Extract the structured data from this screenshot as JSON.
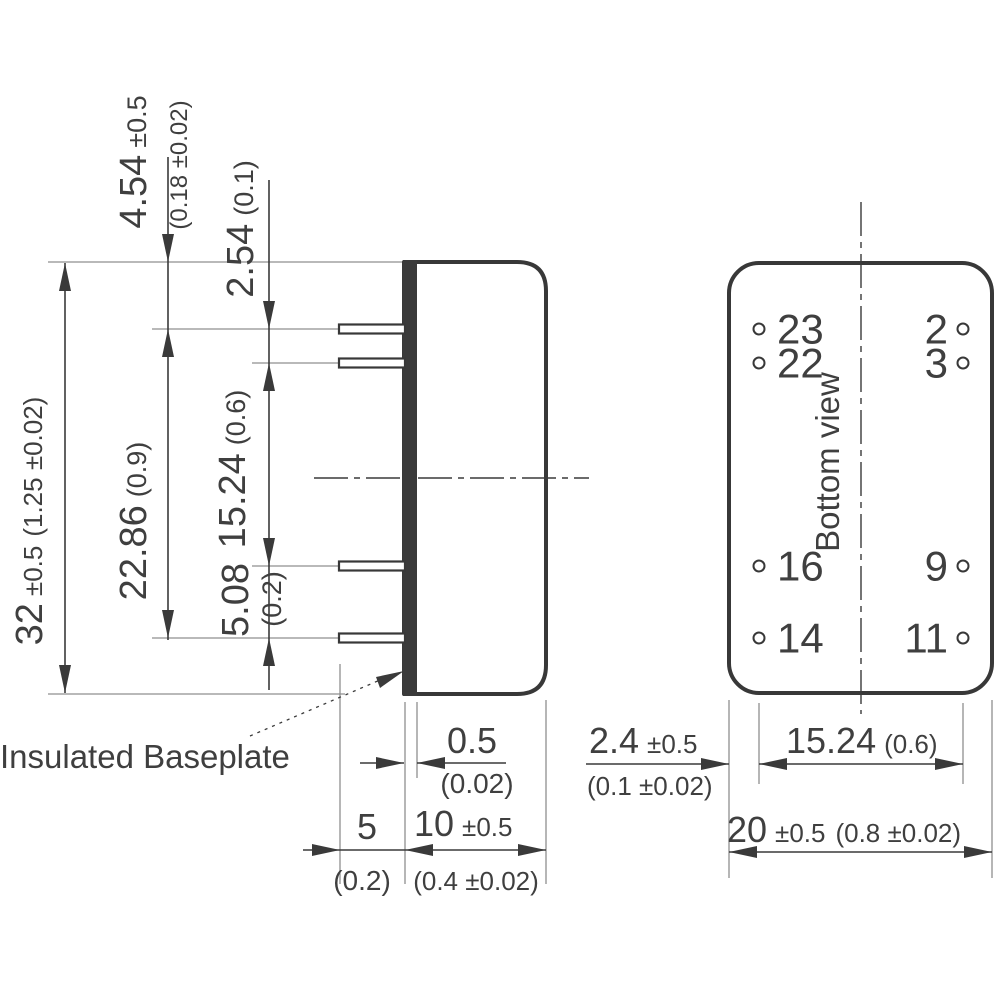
{
  "side_view": {
    "annotation": "Insulated Baseplate",
    "dims": {
      "height_mm": "32",
      "height_tol": "±0.5",
      "height_in": "(1.25 ±0.02)",
      "pin_span_mm": "22.86",
      "pin_span_in": "(0.9)",
      "row_span_mm": "15.24",
      "row_span_in": "(0.6)",
      "row_bottom_mm": "5.08",
      "row_bottom_in": "(0.2)",
      "pin_top_mm": "4.54",
      "pin_top_tol": "±0.5",
      "pin_top_in": "(0.18 ±0.02)",
      "pin_pitch_mm": "2.54",
      "pin_pitch_in": "(0.1)",
      "baseplate_mm": "0.5",
      "baseplate_in": "(0.02)",
      "pin_len_mm": "5",
      "pin_len_in": "(0.2)",
      "depth_mm": "10",
      "depth_tol": "±0.5",
      "depth_in": "(0.4 ±0.02)"
    }
  },
  "bottom_view": {
    "title": "Bottom view",
    "pins_left": [
      "23",
      "22",
      "16",
      "14"
    ],
    "pins_right": [
      "2",
      "3",
      "9",
      "11"
    ],
    "dims": {
      "col_offset_mm": "2.4",
      "col_offset_tol": "±0.5",
      "col_offset_in": "(0.1 ±0.02)",
      "col_span_mm": "15.24",
      "col_span_in": "(0.6)",
      "width_mm": "20",
      "width_tol": "±0.5",
      "width_in": "(0.8 ±0.02)"
    }
  },
  "colors": {
    "outline": "#383838",
    "dimension": "#3a3a3a",
    "extension": "#8f8f8f",
    "text": "#3f3f3f",
    "baseplate": "#3a3a3a",
    "bg": "#ffffff"
  }
}
